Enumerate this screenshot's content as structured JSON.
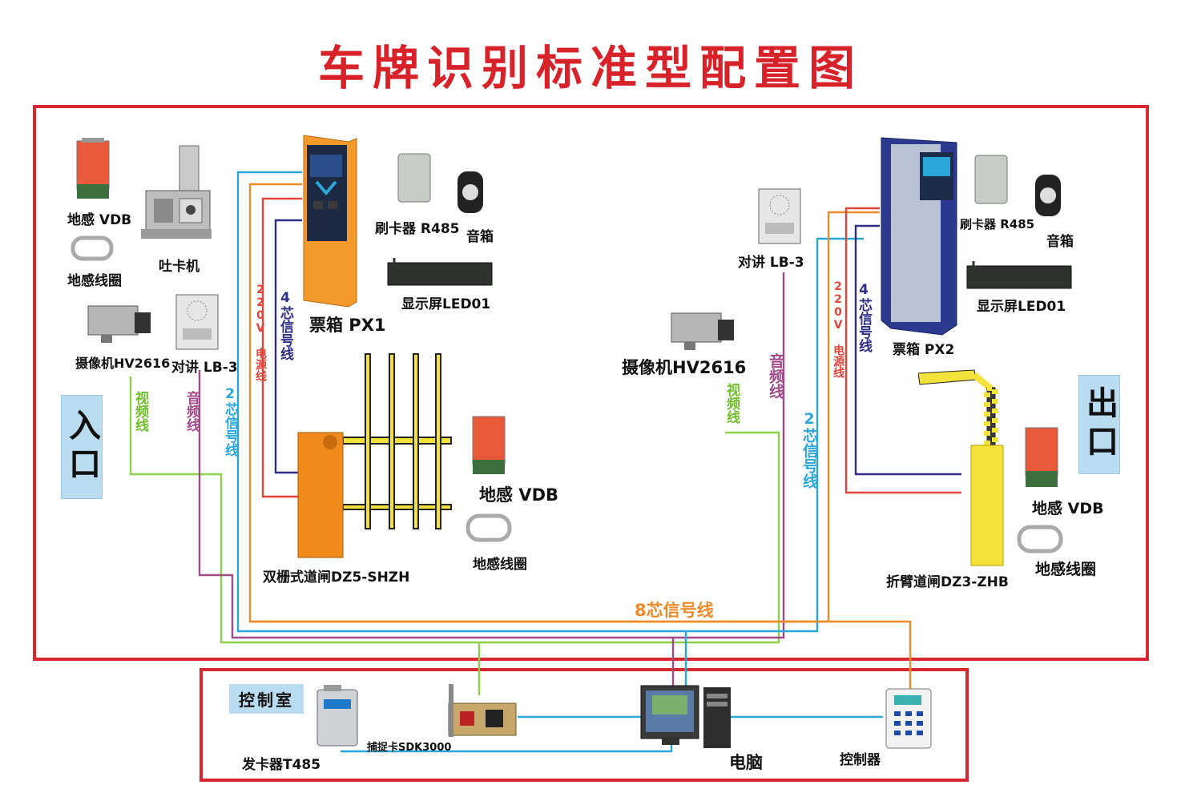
{
  "title": "车牌识别标准型配置图",
  "sides": {
    "entry": "入口",
    "exit": "出口"
  },
  "control_room": "控制室",
  "colors": {
    "frame": "#d8272e",
    "video": "#8ccf4a",
    "audio": "#a04a8a",
    "signal2": "#2aa7d8",
    "power": "#e0443a",
    "signal4": "#2e2e86",
    "signal8": "#ee8a2a",
    "lcd_blue": "#2aa7d8"
  },
  "labels": {
    "vdb_tl": "地感 VDB",
    "coil_tl": "地感线圈",
    "card_dispenser": "吐卡机",
    "camera_left": "摄像机HV2616",
    "intercom_left": "对讲 LB-3",
    "ticket_px1": "票箱 PX1",
    "reader_left": "刷卡器 R485",
    "speaker_left": "音箱",
    "led_left": "显示屏LED01",
    "barrier_left": "双栅式道闸DZ5-SHZH",
    "vdb_mid": "地感 VDB",
    "coil_mid": "地感线圈",
    "intercom_right": "对讲 LB-3",
    "camera_right": "摄像机HV2616",
    "ticket_px2": "票箱 PX2",
    "reader_right": "刷卡器 R485",
    "speaker_right": "音箱",
    "led_right": "显示屏LED01",
    "barrier_right": "折臂道闸DZ3-ZHB",
    "vdb_right": "地感 VDB",
    "coil_right": "地感线圈",
    "card_issuer": "发卡器T485",
    "capture_card": "捕捉卡SDK3000",
    "computer": "电脑",
    "controller": "控制器"
  },
  "wire_labels": {
    "video_l": "视频线",
    "audio_l": "音频线",
    "signal2_l": "2芯信号线",
    "power_l": "220V 电源线",
    "signal4_l": "4芯信号线",
    "audio_r": "音频线",
    "video_r": "视频线",
    "signal2_r": "2芯信号线",
    "power_r": "220V 电源线",
    "signal4_r": "4芯信号线",
    "signal8": "8芯信号线"
  }
}
